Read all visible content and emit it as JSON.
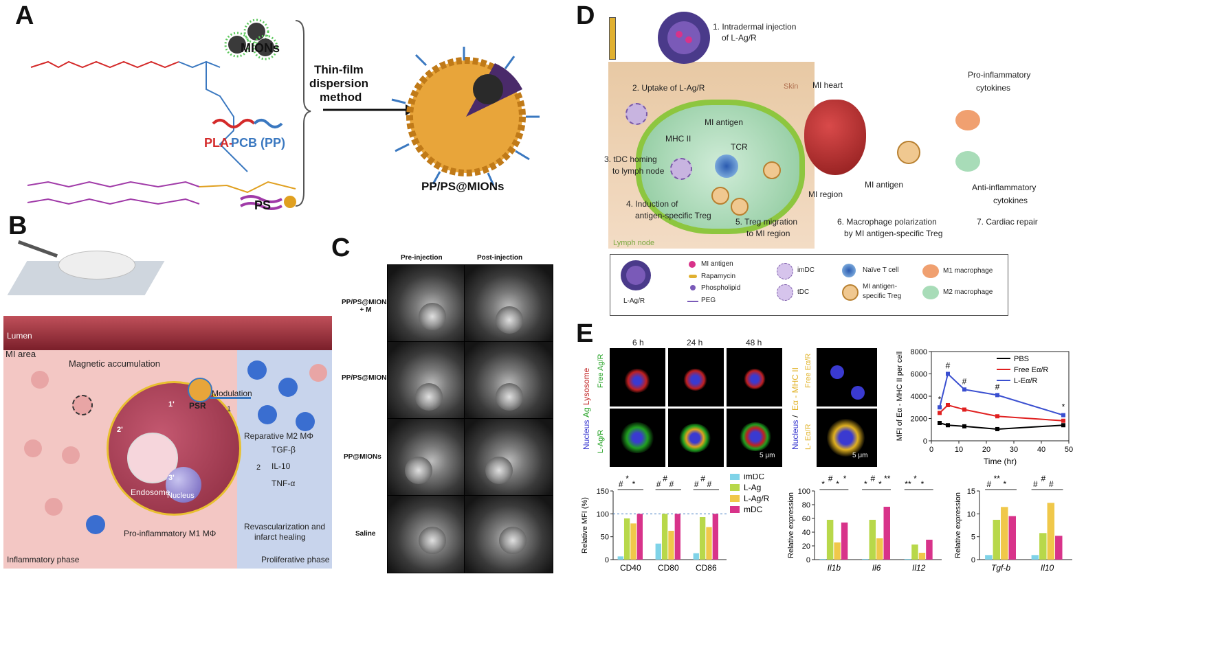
{
  "panels": {
    "A": {
      "label": "A",
      "mions": "MIONs",
      "pla": "PLA-",
      "pcb": "PCB (PP)",
      "ps": "PS",
      "method": [
        "Thin-film",
        "dispersion",
        "method"
      ],
      "product": "PP/PS@MIONs"
    },
    "B": {
      "label": "B",
      "lumen": "Lumen",
      "mi_area": "MI area",
      "magnetic": "Magnetic accumulation",
      "psr": "PSR",
      "modulation": "Modulation",
      "endosome": "Endosome",
      "nucleus": "Nucleus",
      "m1": "Pro-inflammatory M1 MΦ",
      "m2": "Reparative M2 MΦ",
      "tgf": "TGF-β",
      "il10": "IL-10",
      "tnf": "TNF-α",
      "revasc": [
        "Revascularization and",
        "infarct healing"
      ],
      "inflammatory": "Inflammatory phase",
      "proliferative": "Proliferative phase",
      "step_1": "1",
      "step_2": "2",
      "step_1p": "1'",
      "step_2p": "2'",
      "step_3p": "3'"
    },
    "C": {
      "label": "C",
      "col_pre": "Pre-injection",
      "col_post": "Post-injection",
      "rows": [
        "PP/PS@MIONs\n+ M",
        "PP/PS@MIONs",
        "PP@MIONs",
        "Saline"
      ]
    },
    "D": {
      "label": "D",
      "step1": [
        "1. Intradermal injection",
        "of L-Ag/R"
      ],
      "step2": "2. Uptake of L-Ag/R",
      "skin": "Skin",
      "mi_heart": "MI heart",
      "pro_cyto": [
        "Pro-inflammatory",
        "cytokines"
      ],
      "mi_antigen_top": "MI antigen",
      "mhc2": "MHC II",
      "tcr": "TCR",
      "step3": [
        "3. tDC homing",
        "to lymph node"
      ],
      "mi_region": "MI region",
      "mi_antigen_heart": "MI antigen",
      "anti_cyto": [
        "Anti-inflammatory",
        "cytokines"
      ],
      "step4": [
        "4. Induction of",
        "antigen-specific Treg"
      ],
      "step5": [
        "5. Treg migration",
        "to MI region"
      ],
      "step6": [
        "6. Macrophage polarization",
        "by MI antigen-specific Treg"
      ],
      "step7": "7. Cardiac repair",
      "lymph": "Lymph node",
      "legend": {
        "lag": "L-Ag/R",
        "mi_antigen": "MI antigen",
        "rapamycin": "Rapamycin",
        "phospholipid": "Phospholipid",
        "peg": "PEG",
        "imdc": "imDC",
        "tdc": "tDC",
        "naive": "Naïve T cell",
        "treg": [
          "MI antigen-",
          "specific Treg"
        ],
        "m1": "M1 macrophage",
        "m2": "M2 macrophage"
      }
    },
    "E": {
      "label": "E",
      "times": [
        "6 h",
        "24 h",
        "48 h"
      ],
      "rowlabels": [
        "Free Ag/R",
        "L-Ag/R"
      ],
      "sidelabel": [
        "Nucleus",
        "Ag",
        "Lysosome"
      ],
      "scale": "5 μm",
      "rowlabels2": [
        "Free Eα/R",
        "L- Eα/R"
      ],
      "sidelabel2": [
        "Nucleus",
        "/",
        "Eα - MHC II"
      ],
      "scale2": "5 μm"
    }
  },
  "colors": {
    "pla_red": "#d42a2a",
    "pcb_blue": "#3a78c0",
    "ps_purple": "#a03aa8",
    "ps_gold": "#e0a020",
    "pbs": "#000000",
    "free": "#e02020",
    "liposome": "#3a4fd0",
    "imdc": "#7fd3e8",
    "lag": "#b8d84a",
    "lagr": "#f0c84a",
    "mdc": "#d8338a"
  },
  "chart_data": [
    {
      "type": "line",
      "xlabel": "Time (hr)",
      "ylabel": "MFI of Eα - MHC II per cell",
      "xlim": [
        0,
        50
      ],
      "ylim": [
        0,
        8000
      ],
      "xticks": [
        0,
        10,
        20,
        30,
        40,
        50
      ],
      "yticks": [
        0,
        2000,
        4000,
        6000,
        8000
      ],
      "x": [
        3,
        6,
        12,
        24,
        48
      ],
      "series": [
        {
          "name": "PBS",
          "color": "#000000",
          "values": [
            1600,
            1400,
            1300,
            1050,
            1400
          ]
        },
        {
          "name": "Free Eα/R",
          "color": "#e02020",
          "values": [
            2500,
            3200,
            2800,
            2200,
            1800
          ]
        },
        {
          "name": "L-Eα/R",
          "color": "#3a4fd0",
          "values": [
            3000,
            6000,
            4600,
            4100,
            2300
          ]
        }
      ],
      "annotations": [
        "*",
        "#",
        "#",
        "#",
        "*"
      ],
      "legend": "top-right"
    },
    {
      "type": "bar",
      "ylabel": "Relative MFI (%)",
      "ylim": [
        0,
        150
      ],
      "yticks": [
        0,
        50,
        100,
        150
      ],
      "categories": [
        "CD40",
        "CD80",
        "CD86"
      ],
      "series": [
        {
          "name": "imDC",
          "color": "#7fd3e8",
          "values": [
            7,
            35,
            14
          ]
        },
        {
          "name": "L-Ag",
          "color": "#b8d84a",
          "values": [
            90,
            100,
            93
          ]
        },
        {
          "name": "L-Ag/R",
          "color": "#f0c84a",
          "values": [
            79,
            63,
            71
          ]
        },
        {
          "name": "mDC",
          "color": "#d8338a",
          "values": [
            100,
            100,
            100
          ]
        }
      ],
      "annotations": [
        "#",
        "*",
        "*",
        "#",
        "#",
        "#",
        "#",
        "#",
        "#"
      ],
      "legend": "right"
    },
    {
      "type": "bar",
      "ylabel": "Relative expression",
      "ylim": [
        0,
        100
      ],
      "yticks": [
        0,
        20,
        40,
        60,
        80,
        100
      ],
      "categories": [
        "Il1b",
        "Il6",
        "Il12"
      ],
      "series": [
        {
          "name": "imDC",
          "color": "#7fd3e8",
          "values": [
            1,
            1,
            1
          ]
        },
        {
          "name": "L-Ag",
          "color": "#b8d84a",
          "values": [
            58,
            58,
            22
          ]
        },
        {
          "name": "L-Ag/R",
          "color": "#f0c84a",
          "values": [
            25,
            31,
            10
          ]
        },
        {
          "name": "mDC",
          "color": "#d8338a",
          "values": [
            54,
            77,
            29
          ]
        }
      ],
      "annotations": [
        "*",
        "#",
        "*",
        "*",
        "*",
        "#",
        "*",
        "**",
        "**",
        "*",
        "*"
      ]
    },
    {
      "type": "bar",
      "ylabel": "Relative expression",
      "ylim": [
        0,
        15
      ],
      "yticks": [
        0,
        5,
        10,
        15
      ],
      "categories": [
        "Tgf-b",
        "Il10"
      ],
      "series": [
        {
          "name": "imDC",
          "color": "#7fd3e8",
          "values": [
            1,
            1
          ]
        },
        {
          "name": "L-Ag",
          "color": "#b8d84a",
          "values": [
            8.7,
            5.8
          ]
        },
        {
          "name": "L-Ag/R",
          "color": "#f0c84a",
          "values": [
            11.5,
            12.4
          ]
        },
        {
          "name": "mDC",
          "color": "#d8338a",
          "values": [
            9.5,
            5.2
          ]
        }
      ],
      "annotations": [
        "#",
        "**",
        "*",
        "#",
        "#",
        "#"
      ]
    }
  ]
}
